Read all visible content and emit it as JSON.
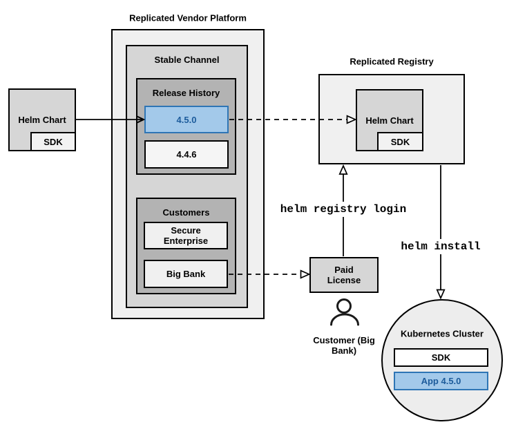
{
  "colors": {
    "blue_fill": "#a3c9ea",
    "blue_border": "#2e75b5",
    "blue_text": "#1c5b9b",
    "gray_outer_box": "#f0f0f0",
    "gray_mid_box": "#d6d6d6",
    "gray_dark_box": "#b3b3b3",
    "cluster_circle_fill": "#ededed",
    "line_color": "#000000"
  },
  "platform": {
    "title": "Replicated Vendor Platform",
    "stable_channel": {
      "title": "Stable Channel",
      "release_history": {
        "title": "Release History",
        "releases": [
          {
            "version": "4.5.0",
            "highlighted": true
          },
          {
            "version": "4.4.6",
            "highlighted": false
          }
        ]
      },
      "customers": {
        "title": "Customers",
        "items": [
          "Secure Enterprise",
          "Big Bank"
        ]
      }
    }
  },
  "vendor_chart": {
    "label": "Helm Chart",
    "sdk": "SDK"
  },
  "registry": {
    "title": "Replicated Registry",
    "chart_label": "Helm Chart",
    "sdk": "SDK"
  },
  "paid_license": {
    "label": "Paid License"
  },
  "customer": {
    "caption": "Customer (Big Bank)"
  },
  "commands": {
    "registry_login": "helm registry login",
    "install": "helm install"
  },
  "cluster": {
    "title": "Kubernetes Cluster",
    "sdk": "SDK",
    "app": "App 4.5.0"
  }
}
